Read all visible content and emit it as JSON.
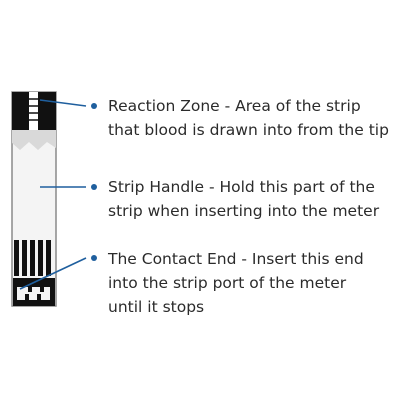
{
  "callouts": [
    {
      "lines": [
        "Reaction Zone - Area of the strip",
        "that blood is drawn into from the tip"
      ]
    },
    {
      "lines": [
        "Strip Handle - Hold this part of the",
        "strip when inserting into the meter"
      ]
    },
    {
      "lines": [
        "The Contact End - Insert this end",
        "into the strip port of the meter",
        "until it stops"
      ]
    }
  ],
  "colors": {
    "strip_outline": "#8a8a8a",
    "strip_fill": "#f4f4f4",
    "dark": "#111111",
    "leader": "#1f5f9e",
    "bullet": "#1f5f9e",
    "text": "#2b2b2b"
  }
}
